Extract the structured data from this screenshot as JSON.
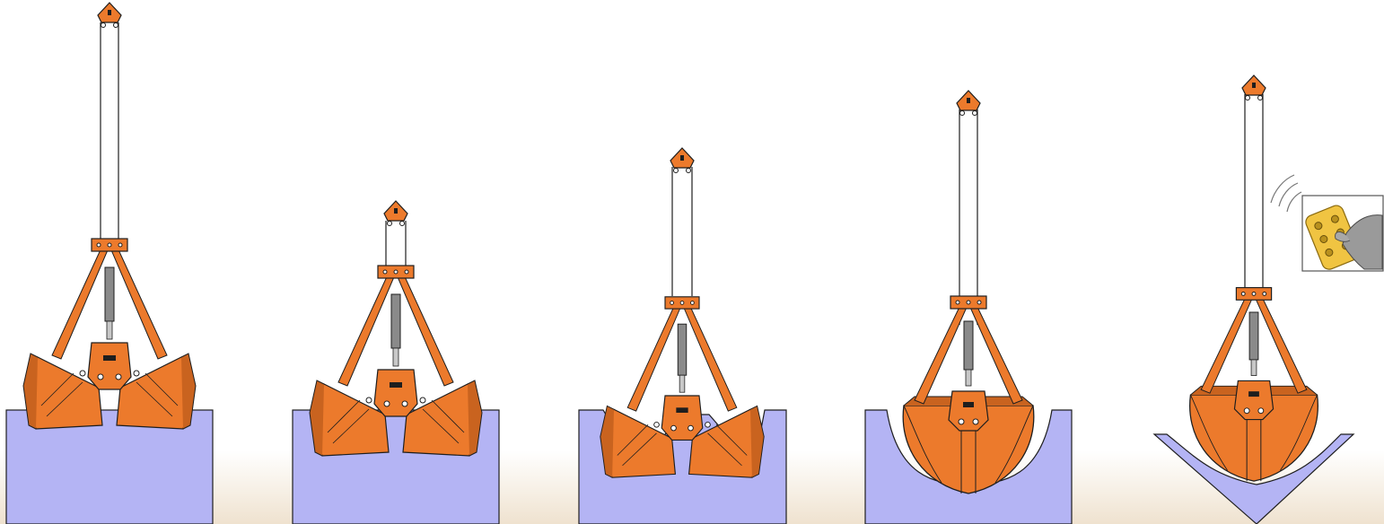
{
  "figure": {
    "stages": [
      {
        "id": "suspended-open",
        "material": "flat-block"
      },
      {
        "id": "touching-surface",
        "material": "flat-block"
      },
      {
        "id": "penetrating",
        "material": "notched-block"
      },
      {
        "id": "closing",
        "material": "round-cavity"
      },
      {
        "id": "closed-lifted",
        "material": "v-trough"
      }
    ],
    "remote_control": {
      "icon": "radio-remote-hand-icon"
    },
    "colors": {
      "grab_orange": "#ec7a2c",
      "grab_dark": "#b2561a",
      "material_fill": "#b4b4f4",
      "outline": "#1e1e1e",
      "cylinder": "#8a8a8a",
      "remote_yellow": "#f0c442"
    }
  }
}
